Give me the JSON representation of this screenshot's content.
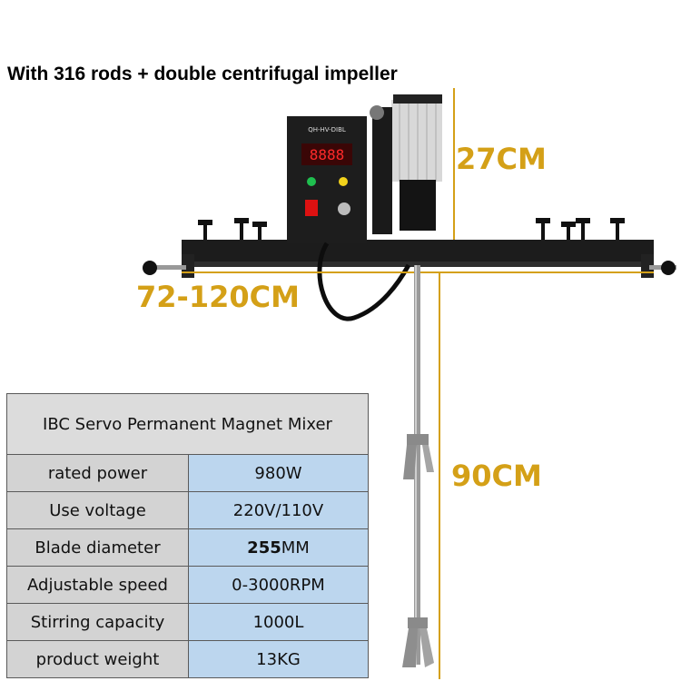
{
  "headline": "With 316 rods + double centrifugal impeller",
  "dimensions": {
    "height": "27CM",
    "width": "72-120CM",
    "rod_length": "90CM"
  },
  "controller": {
    "model_label": "QH-HV-DIBL",
    "display": "8888"
  },
  "spec_table": {
    "title": "IBC Servo Permanent Magnet Mixer",
    "rows": [
      {
        "label": "rated power",
        "value": "980W"
      },
      {
        "label": "Use voltage",
        "value": "220V/110V"
      },
      {
        "label": "Blade diameter",
        "value_num": "255",
        "value_unit": "MM"
      },
      {
        "label": "Adjustable speed",
        "value": "0-3000RPM"
      },
      {
        "label": "Stirring capacity",
        "value": "1000L"
      },
      {
        "label": "product weight",
        "value": "13KG"
      }
    ]
  },
  "colors": {
    "dimension_text": "#d4a017",
    "table_label_bg": "#d3d3d3",
    "table_value_bg": "#bcd6ee"
  }
}
